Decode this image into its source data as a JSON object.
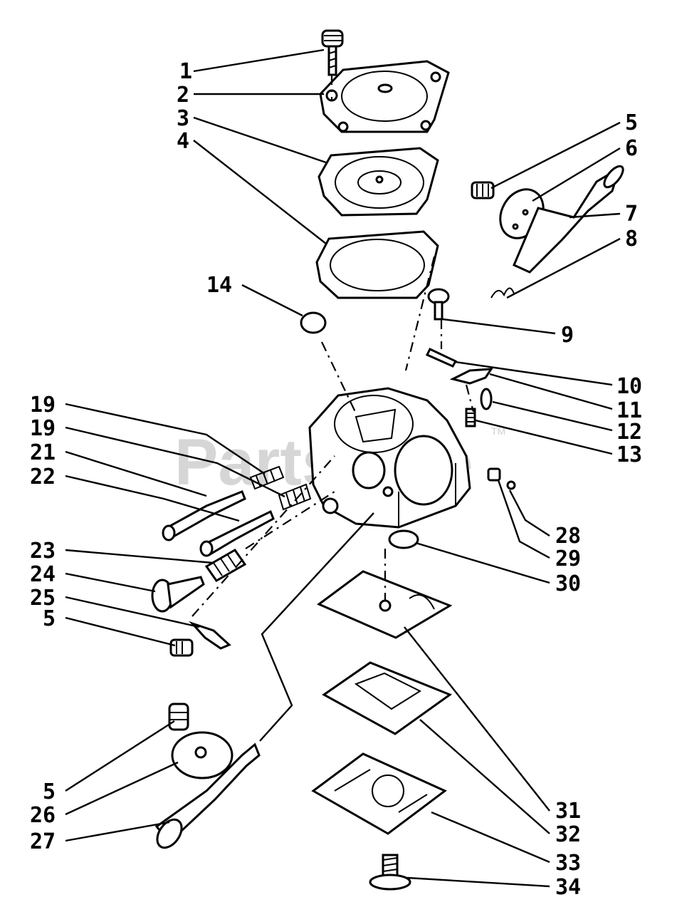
{
  "watermark": {
    "text": "PartsTree",
    "tm": "TM"
  },
  "callouts": [
    {
      "id": "c1",
      "label": "1"
    },
    {
      "id": "c2",
      "label": "2"
    },
    {
      "id": "c3",
      "label": "3"
    },
    {
      "id": "c4",
      "label": "4"
    },
    {
      "id": "c5a",
      "label": "5"
    },
    {
      "id": "c6",
      "label": "6"
    },
    {
      "id": "c7",
      "label": "7"
    },
    {
      "id": "c8",
      "label": "8"
    },
    {
      "id": "c9",
      "label": "9"
    },
    {
      "id": "c10",
      "label": "10"
    },
    {
      "id": "c11",
      "label": "11"
    },
    {
      "id": "c12",
      "label": "12"
    },
    {
      "id": "c13",
      "label": "13"
    },
    {
      "id": "c14",
      "label": "14"
    },
    {
      "id": "c19a",
      "label": "19"
    },
    {
      "id": "c19b",
      "label": "19"
    },
    {
      "id": "c21",
      "label": "21"
    },
    {
      "id": "c22",
      "label": "22"
    },
    {
      "id": "c23",
      "label": "23"
    },
    {
      "id": "c24",
      "label": "24"
    },
    {
      "id": "c25",
      "label": "25"
    },
    {
      "id": "c5b",
      "label": "5"
    },
    {
      "id": "c28",
      "label": "28"
    },
    {
      "id": "c29",
      "label": "29"
    },
    {
      "id": "c30",
      "label": "30"
    },
    {
      "id": "c5c",
      "label": "5"
    },
    {
      "id": "c26",
      "label": "26"
    },
    {
      "id": "c27",
      "label": "27"
    },
    {
      "id": "c31",
      "label": "31"
    },
    {
      "id": "c32",
      "label": "32"
    },
    {
      "id": "c33",
      "label": "33"
    },
    {
      "id": "c34",
      "label": "34"
    }
  ]
}
